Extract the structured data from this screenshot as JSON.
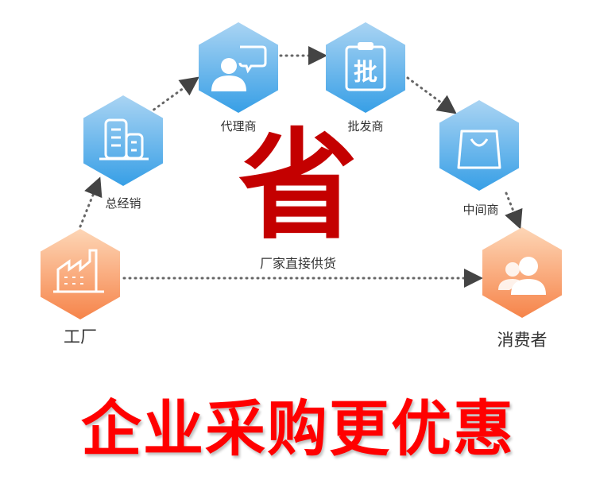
{
  "nodes": [
    {
      "id": "factory",
      "label": "工厂",
      "icon": "factory-icon",
      "color": "orange"
    },
    {
      "id": "general-distributor",
      "label": "总经销",
      "icon": "building-icon",
      "color": "blue"
    },
    {
      "id": "agent",
      "label": "代理商",
      "icon": "person-chat-icon",
      "color": "blue"
    },
    {
      "id": "wholesaler",
      "label": "批发商",
      "icon": "clipboard-icon",
      "color": "blue"
    },
    {
      "id": "middleman",
      "label": "中间商",
      "icon": "shopping-bag-icon",
      "color": "blue"
    },
    {
      "id": "consumer",
      "label": "消费者",
      "icon": "users-icon",
      "color": "orange"
    }
  ],
  "center": {
    "big_char": "省",
    "direct_label": "厂家直接供货"
  },
  "slogan": "企业采购更优惠",
  "colors": {
    "blue_top": "#a9d3f3",
    "blue_bottom": "#3aa1e6",
    "orange_top": "#fdd2b0",
    "orange_bottom": "#f7874b",
    "red": "#c40000",
    "slogan_red": "#ff0000"
  }
}
